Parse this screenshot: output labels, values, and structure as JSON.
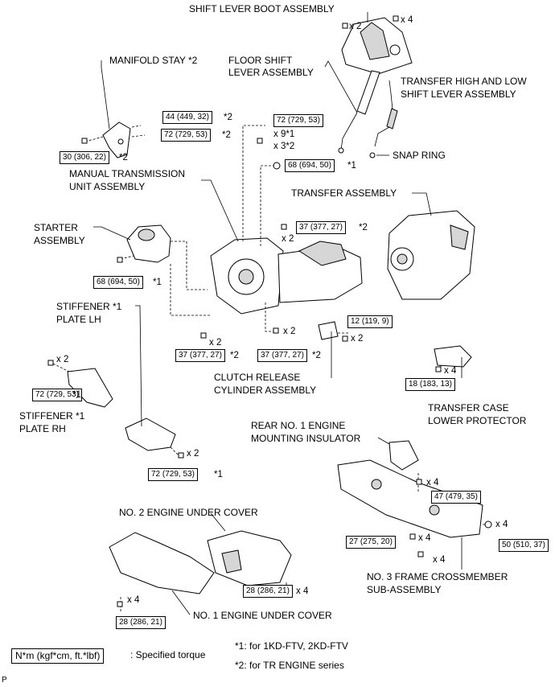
{
  "parts": {
    "shift_lever_boot": "SHIFT LEVER BOOT ASSEMBLY",
    "manifold_stay": "MANIFOLD STAY *2",
    "floor_shift_1": "FLOOR SHIFT",
    "floor_shift_2": "LEVER ASSEMBLY",
    "transfer_hl_1": "TRANSFER HIGH AND LOW",
    "transfer_hl_2": "SHIFT LEVER ASSEMBLY",
    "snap_ring": "SNAP RING",
    "manual_trans_1": "MANUAL TRANSMISSION",
    "manual_trans_2": "UNIT ASSEMBLY",
    "transfer_assembly": "TRANSFER ASSEMBLY",
    "starter_1": "STARTER",
    "starter_2": "ASSEMBLY",
    "stiffener_lh_1": "STIFFENER *1",
    "stiffener_lh_2": "PLATE LH",
    "stiffener_rh_1": "STIFFENER *1",
    "stiffener_rh_2": "PLATE RH",
    "clutch_1": "CLUTCH RELEASE",
    "clutch_2": "CYLINDER ASSEMBLY",
    "transfer_case_1": "TRANSFER CASE",
    "transfer_case_2": "LOWER PROTECTOR",
    "rear_mount_1": "REAR NO. 1 ENGINE",
    "rear_mount_2": "MOUNTING INSULATOR",
    "under_cover_2": "NO. 2 ENGINE UNDER COVER",
    "under_cover_1": "NO. 1 ENGINE UNDER COVER",
    "crossmember_1": "NO. 3 FRAME CROSSMEMBER",
    "crossmember_2": "SUB-ASSEMBLY"
  },
  "torques": {
    "t44": "44 (449, 32)",
    "t72a": "72 (729, 53)",
    "t30": "30 (306, 22)",
    "t72b": "72 (729, 53)",
    "t68a": "68 (694, 50)",
    "t37a": "37 (377, 27)",
    "t68b": "68 (694, 50)",
    "t12": "12 (119, 9)",
    "t37b": "37 (377, 27)",
    "t37c": "37 (377, 27)",
    "t72c": "72 (729, 53)",
    "t18": "18 (183, 13)",
    "t72d": "72 (729, 53)",
    "t47": "47 (479, 35)",
    "t27": "27 (275, 20)",
    "t50": "50 (510, 37)",
    "t28a": "28 (286, 21)",
    "t28b": "28 (286, 21)"
  },
  "notes": {
    "x2": "x 2",
    "x4": "x 4",
    "x9_1": "x 9*1",
    "x3_2": "x 3*2",
    "s1": "*1",
    "s2": "*2"
  },
  "legend": {
    "unit": "N*m (kgf*cm, ft.*lbf)",
    "desc": ": Specified torque",
    "footnote1": "*1: for 1KD-FTV, 2KD-FTV",
    "footnote2": "*2: for TR ENGINE series",
    "corner": "P"
  }
}
